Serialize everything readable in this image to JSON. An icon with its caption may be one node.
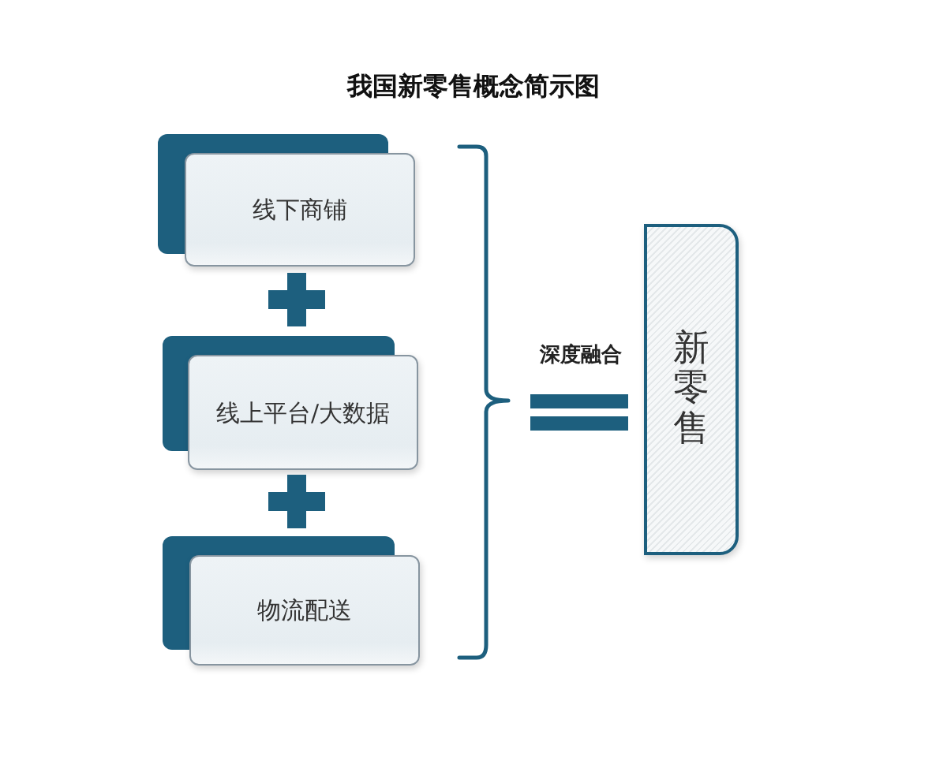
{
  "diagram": {
    "title": "我国新零售概念简示图",
    "nodes": [
      {
        "text": [
          "线下商铺"
        ]
      },
      {
        "text": [
          "线上平台/大数据"
        ]
      },
      {
        "text": [
          "物流配送"
        ]
      },
      {
        "text": [
          "新零售"
        ]
      }
    ],
    "labels": [
      "深度融合"
    ]
  }
}
